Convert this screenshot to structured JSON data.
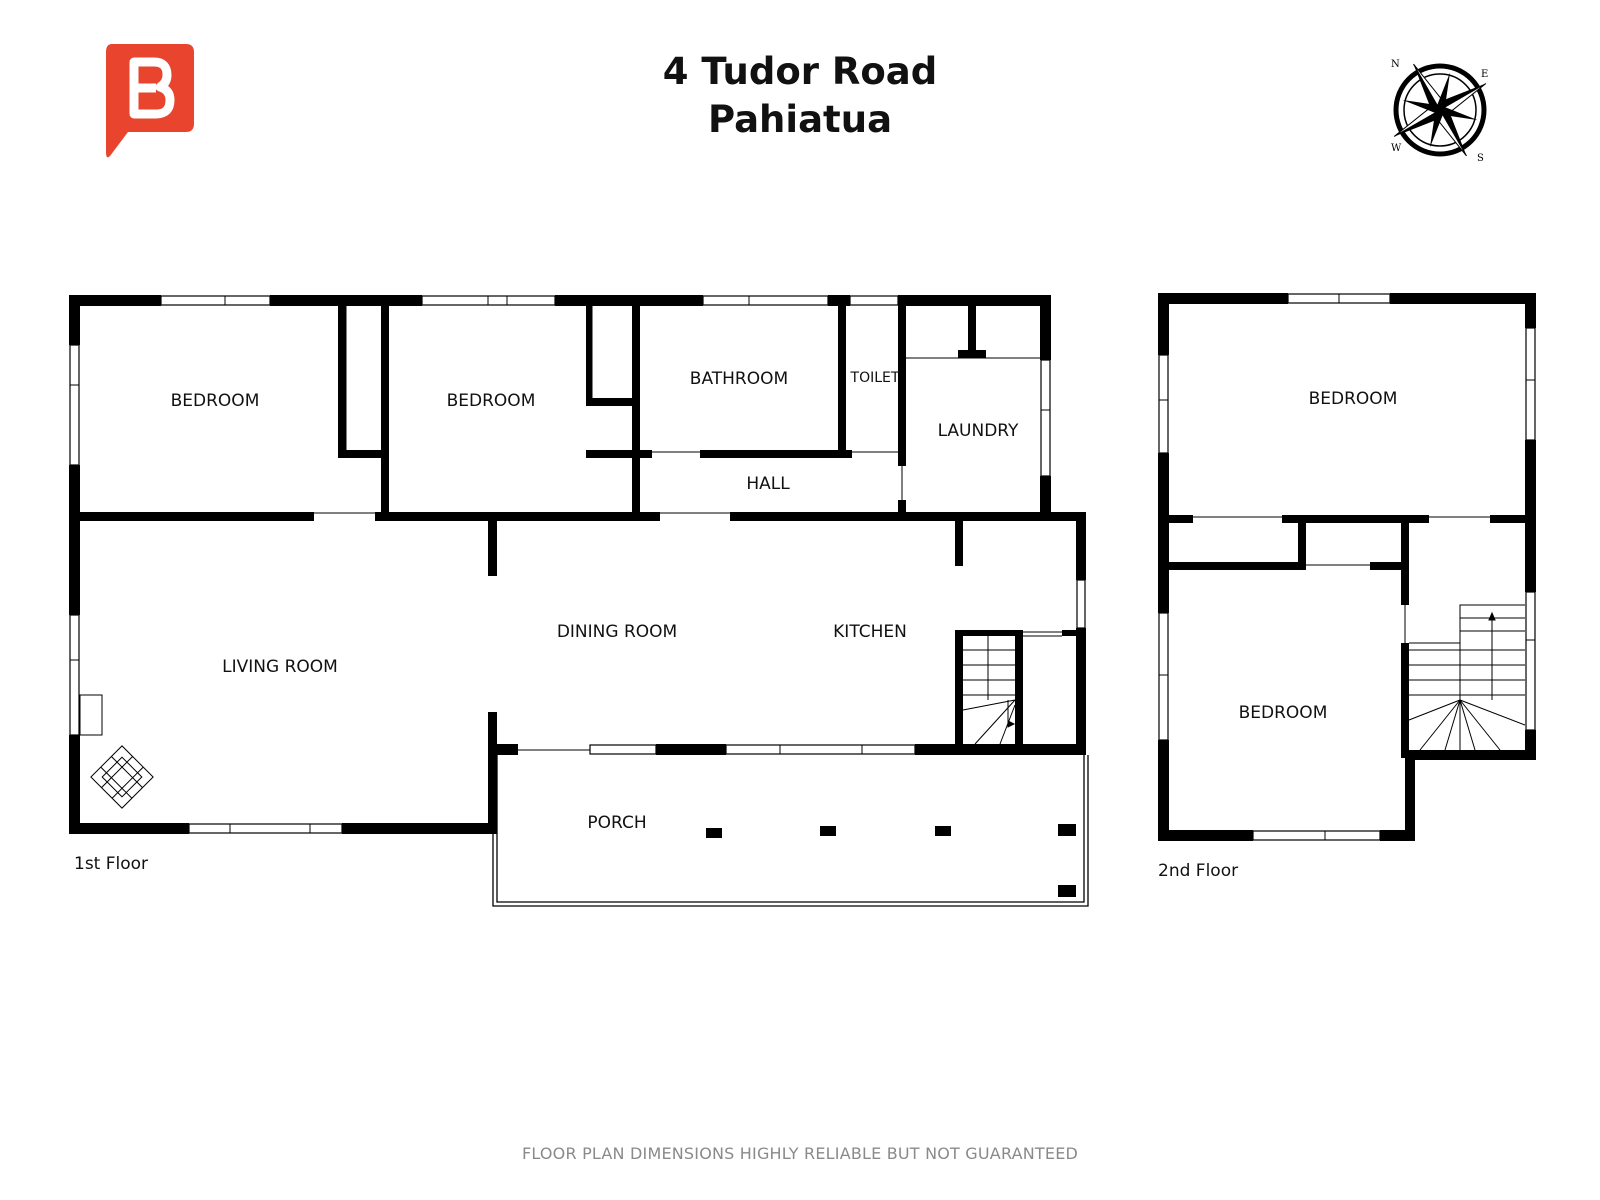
{
  "header": {
    "address_line1": "4 Tudor Road",
    "address_line2": "Pahiatua",
    "logo": {
      "icon": "b-speech-bubble-logo",
      "color": "#e8442e"
    },
    "compass": {
      "icon": "compass-rose-icon",
      "labels": [
        "N",
        "E",
        "S",
        "W"
      ]
    }
  },
  "floors": {
    "first": {
      "label": "1st Floor",
      "rooms": {
        "bedroom_1": "BEDROOM",
        "bedroom_2": "BEDROOM",
        "bathroom": "BATHROOM",
        "toilet": "TOILET",
        "laundry": "LAUNDRY",
        "hall": "HALL",
        "living_room": "LIVING ROOM",
        "dining_room": "DINING ROOM",
        "kitchen": "KITCHEN",
        "porch": "PORCH"
      }
    },
    "second": {
      "label": "2nd Floor",
      "rooms": {
        "bedroom_upper": "BEDROOM",
        "bedroom_lower": "BEDROOM"
      }
    }
  },
  "footer": {
    "disclaimer": "FLOOR PLAN DIMENSIONS HIGHLY RELIABLE BUT NOT GUARANTEED"
  },
  "colors": {
    "wall": "#000000",
    "brand": "#e8442e",
    "disclaimer": "#8a8a8a"
  }
}
